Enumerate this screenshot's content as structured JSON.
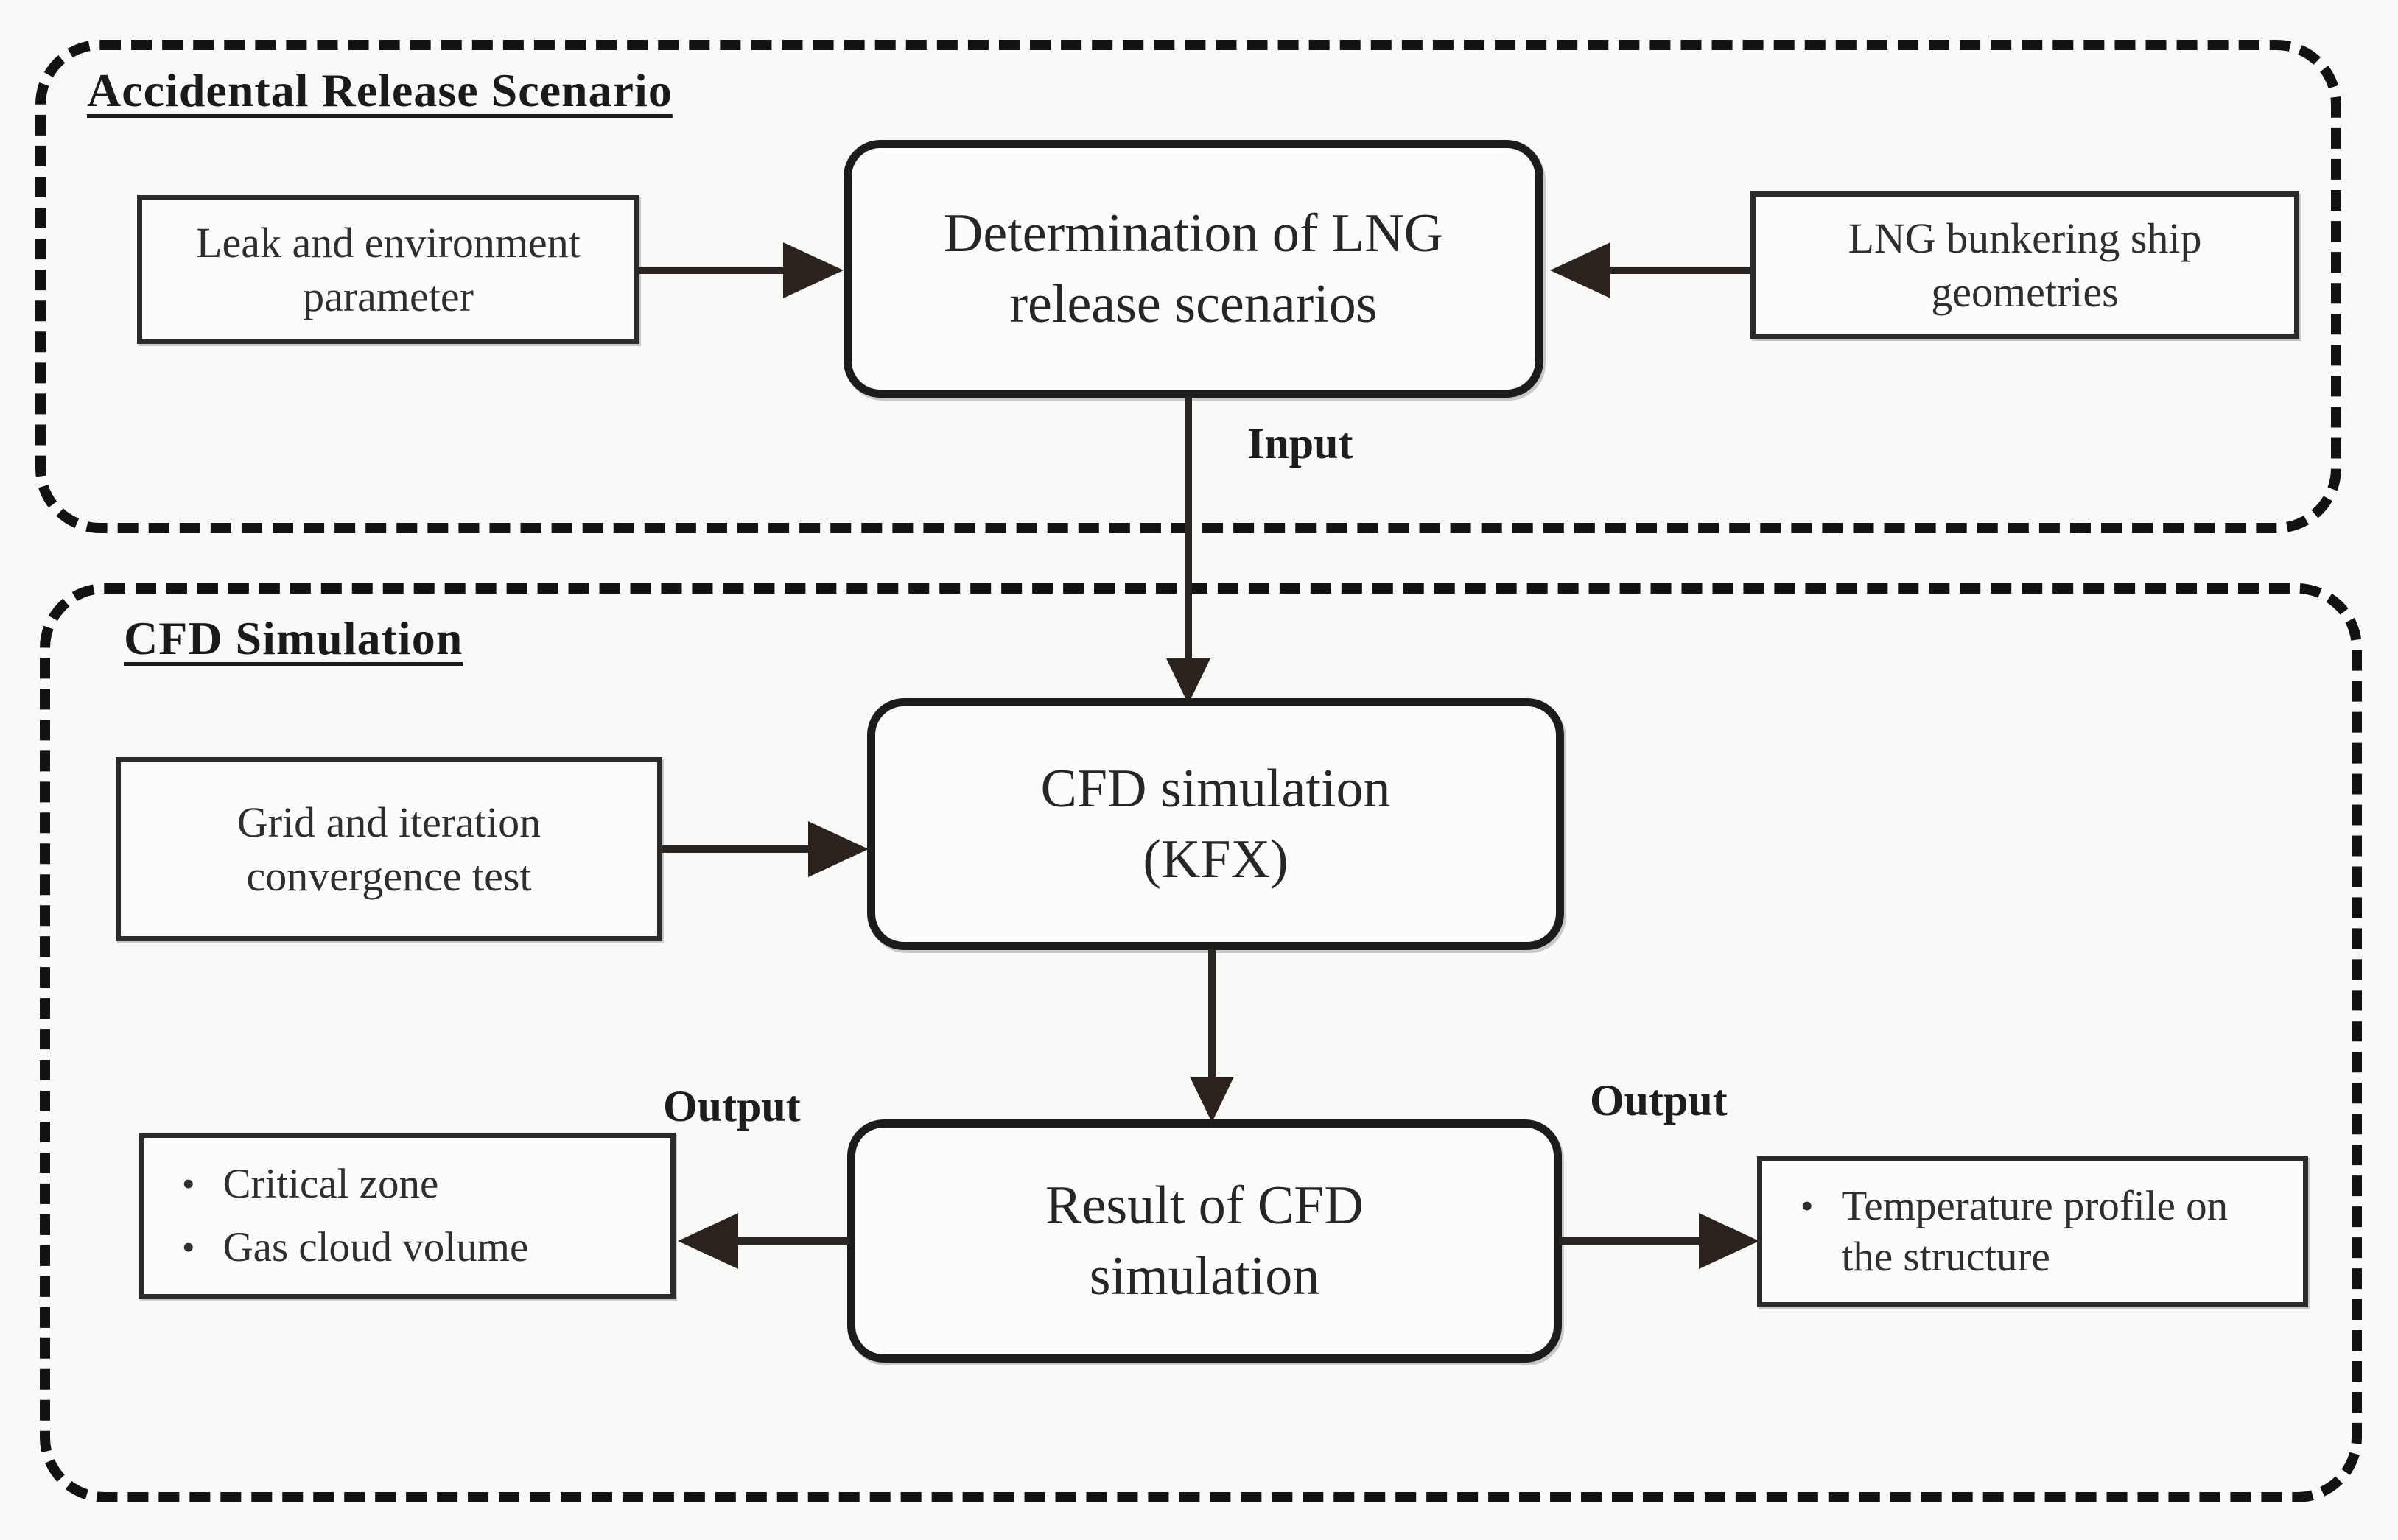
{
  "figure": {
    "type": "flowchart",
    "description": "Two-stage flowchart: accidental LNG release scenario definition feeding a CFD simulation"
  },
  "colors": {
    "ink": "#1a1a1a",
    "box_border": "#2b2b2b",
    "arrow": "#2a221d",
    "background": "#f9f9f7",
    "box_fill": "#fcfcfa"
  },
  "accidental": {
    "title": "Accidental Release Scenario",
    "boxes": {
      "leak": {
        "line1": "Leak and environment",
        "line2": "parameter"
      },
      "determination": {
        "line1": "Determination of LNG",
        "line2": "release scenarios"
      },
      "geometries": {
        "line1": "LNG bunkering ship",
        "line2": "geometries"
      }
    },
    "labels": {
      "input": "Input"
    }
  },
  "cfd": {
    "title": "CFD Simulation",
    "boxes": {
      "grid": {
        "line1": "Grid and iteration",
        "line2": "convergence test"
      },
      "kfx": {
        "line1": "CFD simulation",
        "line2": "(KFX)"
      },
      "result": {
        "line1": "Result of CFD",
        "line2": "simulation"
      }
    },
    "labels": {
      "output_left": "Output",
      "output_right": "Output"
    },
    "outputs": {
      "critical": {
        "items": [
          "Critical zone",
          "Gas cloud volume"
        ]
      },
      "temperature": {
        "items": [
          "Temperature profile on the structure"
        ]
      }
    },
    "bullet_glyph": "•"
  }
}
